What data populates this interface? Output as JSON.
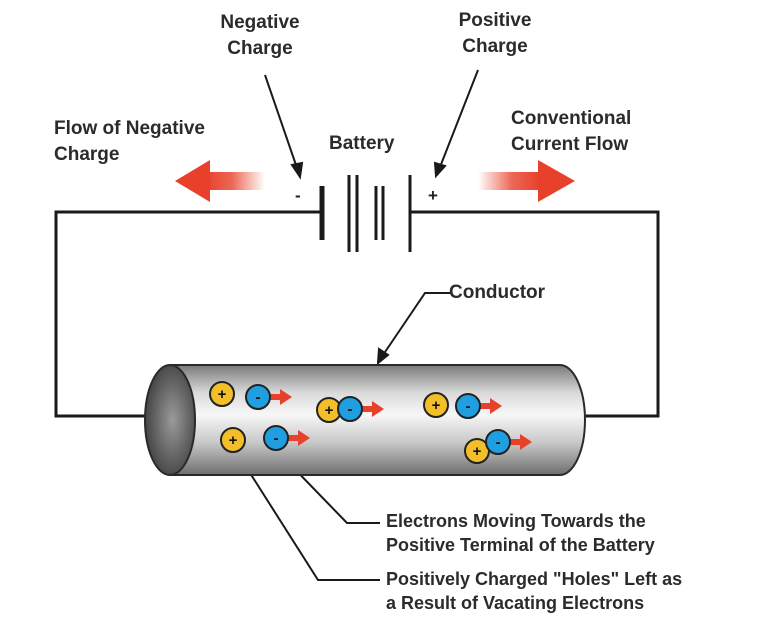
{
  "labels": {
    "negative_charge": [
      "Negative",
      "Charge"
    ],
    "positive_charge": [
      "Positive",
      "Charge"
    ],
    "flow_negative": [
      "Flow of Negative",
      "Charge"
    ],
    "battery": "Battery",
    "conventional": [
      "Conventional",
      "Current Flow"
    ],
    "conductor": "Conductor",
    "electrons_note": [
      "Electrons Moving Towards the",
      "Positive Terminal of the Battery"
    ],
    "holes_note": [
      "Positively Charged \"Holes\" Left as",
      "a Result of Vacating Electrons"
    ],
    "minus_sign": "-",
    "plus_sign": "+"
  },
  "particles": {
    "hole_symbol": "+",
    "electron_symbol": "-"
  },
  "colors": {
    "arrow_red": "#e8412b",
    "hole_yellow": "#f2bf2a",
    "electron_blue": "#1f9fe0",
    "wire": "#1a1a1a"
  }
}
